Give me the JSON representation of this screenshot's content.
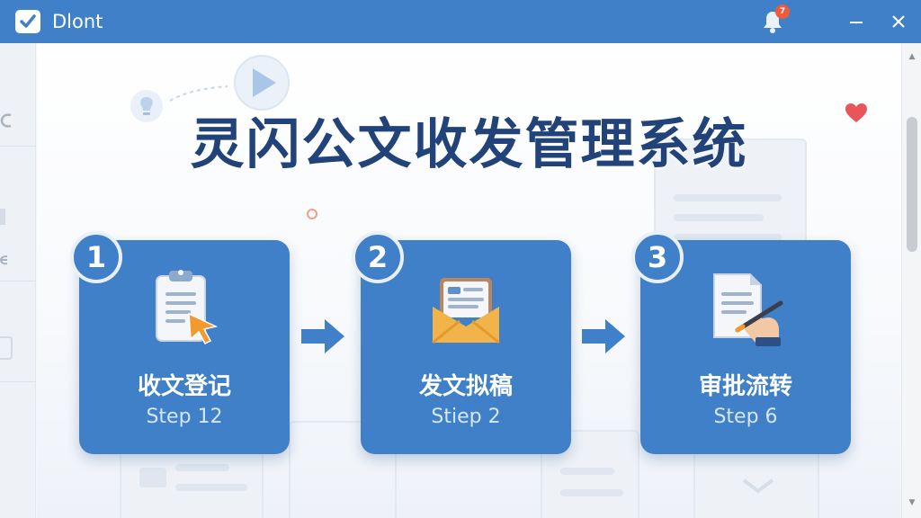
{
  "window": {
    "app_title": "Dlont",
    "notification_badge": "7"
  },
  "main": {
    "title": "灵闪公文收发管理系统"
  },
  "steps": [
    {
      "number": "1",
      "title": "收文登记",
      "subtitle": "Step 12",
      "icon": "clipboard-cursor-icon"
    },
    {
      "number": "2",
      "title": "发文拟稿",
      "subtitle": "Stiep 2",
      "icon": "envelope-document-icon"
    },
    {
      "number": "3",
      "title": "审批流转",
      "subtitle": "Step 6",
      "icon": "document-signing-icon"
    }
  ],
  "colors": {
    "accent": "#3f80c8",
    "title_text": "#21437a",
    "badge": "#f05a3c",
    "heart": "#e8555a"
  }
}
